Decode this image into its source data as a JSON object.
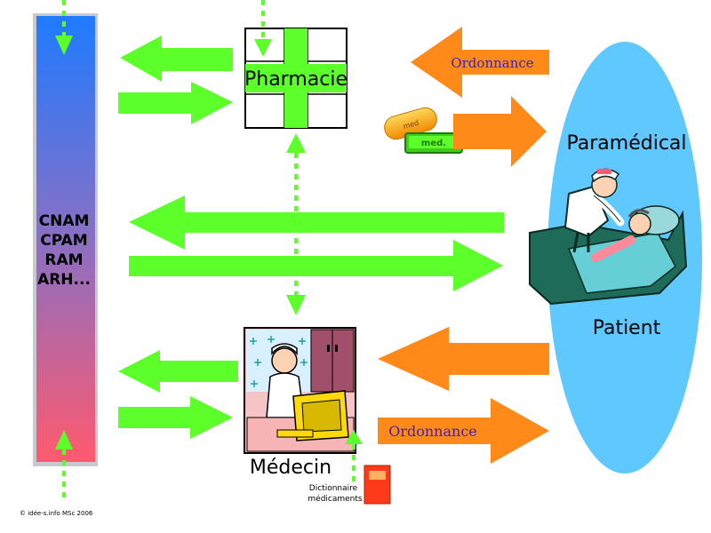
{
  "colors": {
    "green": "#5cff2a",
    "orange": "#ff8a1a",
    "blue_ellipse": "#5ec8ff",
    "bar_top": "#1f7bff",
    "bar_bottom": "#ff5a6e",
    "ordonnance_text": "#3a1fb8"
  },
  "bar": {
    "lines": [
      "CNAM",
      "CPAM",
      "RAM",
      "ARH..."
    ]
  },
  "pharmacie": {
    "label": "Pharmacie",
    "icon": "pharmacy-cross-icon"
  },
  "ordonnance_top": {
    "label": "Ordonnance"
  },
  "ordonnance_bottom": {
    "label": "Ordonnance"
  },
  "pills": {
    "capsule_label": "med",
    "tablet_label": "med."
  },
  "paramedical": {
    "label": "Paramédical"
  },
  "patient": {
    "label": "Patient",
    "icon": "nurse-patient-icon"
  },
  "medecin": {
    "label": "Médecin",
    "icon": "doctor-computer-icon"
  },
  "dictionnaire": {
    "line1": "Dictionnaire",
    "line2": "médicaments",
    "icon": "book-icon"
  },
  "copyright": {
    "label": "© idée-s.info MSc 2006"
  }
}
